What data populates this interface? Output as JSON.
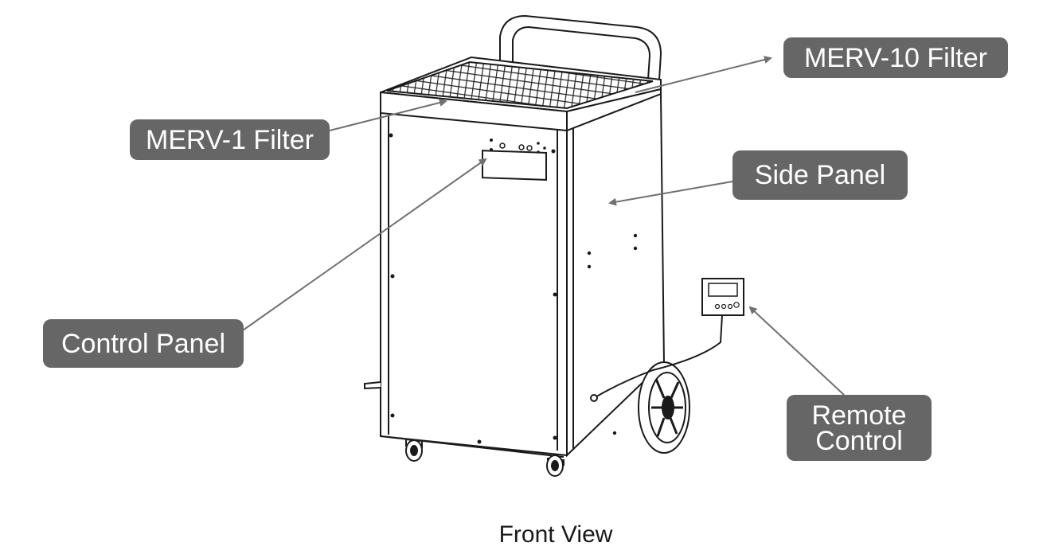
{
  "labels": {
    "merv10": "MERV-10 Filter",
    "merv1": "MERV-1 Filter",
    "side_panel": "Side Panel",
    "control_panel": "Control Panel",
    "remote_line1": "Remote",
    "remote_line2": "Control"
  },
  "caption": "Front View",
  "colors": {
    "label_fill": "#666666",
    "label_text": "#ffffff",
    "arrow": "#707070",
    "drawing": "#1a1a1a"
  }
}
